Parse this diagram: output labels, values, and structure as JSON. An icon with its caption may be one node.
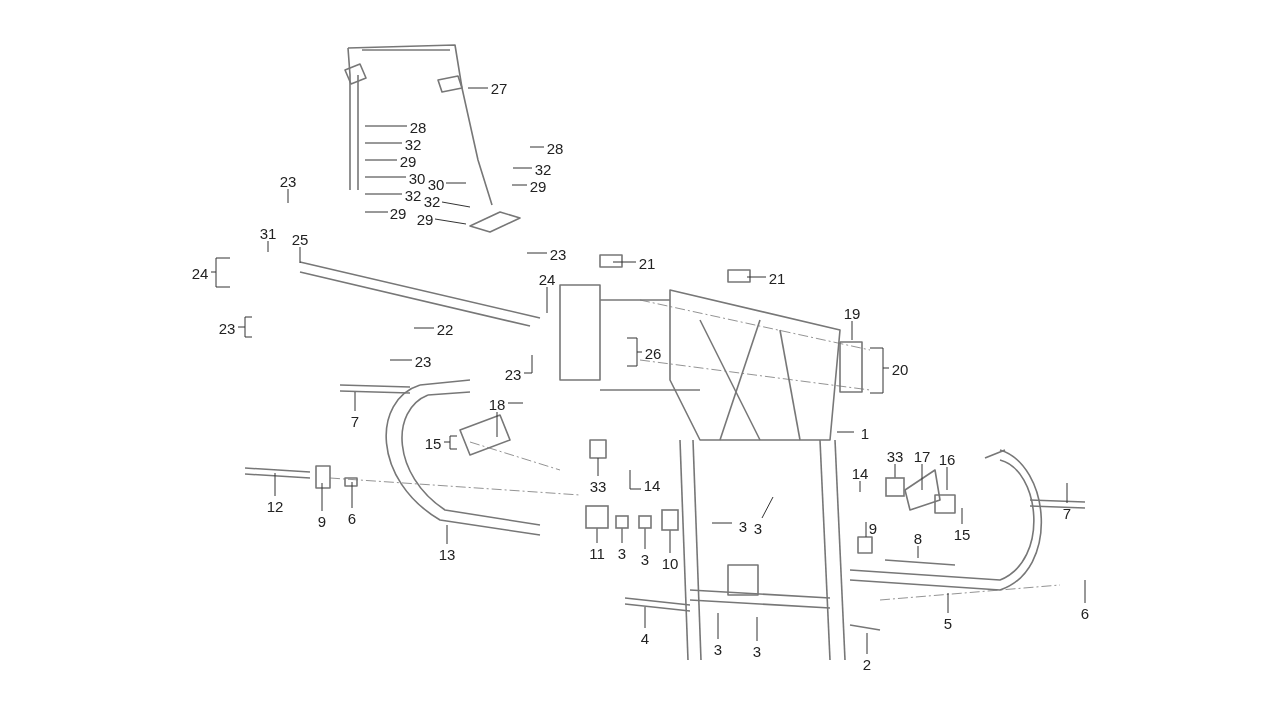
{
  "diagram": {
    "nodes": [
      {
        "text": [
          "27"
        ]
      },
      {
        "text": [
          "28"
        ]
      },
      {
        "text": [
          "28"
        ]
      },
      {
        "text": [
          "32"
        ]
      },
      {
        "text": [
          "29"
        ]
      },
      {
        "text": [
          "32"
        ]
      },
      {
        "text": [
          "30"
        ]
      },
      {
        "text": [
          "30"
        ]
      },
      {
        "text": [
          "29"
        ]
      },
      {
        "text": [
          "23"
        ]
      },
      {
        "text": [
          "32"
        ]
      },
      {
        "text": [
          "32"
        ]
      },
      {
        "text": [
          "29"
        ]
      },
      {
        "text": [
          "29"
        ]
      },
      {
        "text": [
          "31"
        ]
      },
      {
        "text": [
          "25"
        ]
      },
      {
        "text": [
          "23"
        ]
      },
      {
        "text": [
          "21"
        ]
      },
      {
        "text": [
          "24"
        ]
      },
      {
        "text": [
          "21"
        ]
      },
      {
        "text": [
          "24"
        ]
      },
      {
        "text": [
          "19"
        ]
      },
      {
        "text": [
          "23"
        ]
      },
      {
        "text": [
          "22"
        ]
      },
      {
        "text": [
          "23"
        ]
      },
      {
        "text": [
          "26"
        ]
      },
      {
        "text": [
          "20"
        ]
      },
      {
        "text": [
          "23"
        ]
      },
      {
        "text": [
          "18"
        ]
      },
      {
        "text": [
          "7"
        ]
      },
      {
        "text": [
          "1"
        ]
      },
      {
        "text": [
          "15"
        ]
      },
      {
        "text": [
          "33"
        ]
      },
      {
        "text": [
          "17"
        ]
      },
      {
        "text": [
          "16"
        ]
      },
      {
        "text": [
          "14"
        ]
      },
      {
        "text": [
          "14"
        ]
      },
      {
        "text": [
          "33"
        ]
      },
      {
        "text": [
          "12"
        ]
      },
      {
        "text": [
          "7"
        ]
      },
      {
        "text": [
          "6"
        ]
      },
      {
        "text": [
          "9"
        ]
      },
      {
        "text": [
          "3"
        ]
      },
      {
        "text": [
          "3"
        ]
      },
      {
        "text": [
          "9"
        ]
      },
      {
        "text": [
          "15"
        ]
      },
      {
        "text": [
          "8"
        ]
      },
      {
        "text": [
          "11"
        ]
      },
      {
        "text": [
          "3"
        ]
      },
      {
        "text": [
          "3"
        ]
      },
      {
        "text": [
          "10"
        ]
      },
      {
        "text": [
          "13"
        ]
      },
      {
        "text": [
          "6"
        ]
      },
      {
        "text": [
          "5"
        ]
      },
      {
        "text": [
          "4"
        ]
      },
      {
        "text": [
          "3"
        ]
      },
      {
        "text": [
          "3"
        ]
      },
      {
        "text": [
          "2"
        ]
      },
      {
        "text": [],
        "shape": "box"
      },
      {
        "text": [],
        "shape": "box"
      },
      {
        "text": [],
        "shape": "box"
      },
      {
        "text": [],
        "shape": "box"
      },
      {
        "text": [],
        "shape": "box"
      }
    ],
    "edges": [
      {
        "from": 0,
        "to": null,
        "arrow": "none"
      },
      {
        "from": 1,
        "to": null,
        "arrow": "none"
      },
      {
        "from": 2,
        "to": null,
        "arrow": "none"
      },
      {
        "from": 3,
        "to": null,
        "arrow": "none"
      },
      {
        "from": 4,
        "to": null,
        "arrow": "none"
      },
      {
        "from": 5,
        "to": null,
        "arrow": "none"
      },
      {
        "from": 6,
        "to": null,
        "arrow": "none"
      },
      {
        "from": 7,
        "to": null,
        "arrow": "none"
      },
      {
        "from": 8,
        "to": null,
        "arrow": "none"
      },
      {
        "from": 9,
        "to": null,
        "arrow": "none"
      },
      {
        "from": 10,
        "to": null,
        "arrow": "none"
      },
      {
        "from": 11,
        "to": null,
        "arrow": "none"
      },
      {
        "from": 12,
        "to": null,
        "arrow": "none"
      },
      {
        "from": 13,
        "to": null,
        "arrow": "none"
      },
      {
        "from": 14,
        "to": null,
        "arrow": "none"
      },
      {
        "from": 15,
        "to": null,
        "arrow": "none"
      },
      {
        "from": 16,
        "to": null,
        "arrow": "none"
      },
      {
        "from": 17,
        "to": null,
        "arrow": "none"
      },
      {
        "from": 18,
        "to": null,
        "arrow": "none"
      },
      {
        "from": 19,
        "to": null,
        "arrow": "none"
      },
      {
        "from": 20,
        "to": null,
        "arrow": "none"
      },
      {
        "from": 21,
        "to": null,
        "arrow": "none"
      },
      {
        "from": 22,
        "to": null,
        "arrow": "none"
      },
      {
        "from": 23,
        "to": null,
        "arrow": "none"
      },
      {
        "from": 24,
        "to": null,
        "arrow": "none"
      },
      {
        "from": 25,
        "to": null,
        "arrow": "none"
      },
      {
        "from": 26,
        "to": null,
        "arrow": "none"
      },
      {
        "from": 27,
        "to": null,
        "arrow": "none"
      },
      {
        "from": 28,
        "to": null,
        "arrow": "none"
      },
      {
        "from": 29,
        "to": null,
        "arrow": "none"
      },
      {
        "from": 30,
        "to": null,
        "arrow": "none"
      },
      {
        "from": 31,
        "to": null,
        "arrow": "none"
      },
      {
        "from": 32,
        "to": 58,
        "arrow": "none"
      },
      {
        "from": 33,
        "to": null,
        "arrow": "none"
      },
      {
        "from": 34,
        "to": null,
        "arrow": "none"
      },
      {
        "from": 35,
        "to": null,
        "arrow": "none"
      },
      {
        "from": 36,
        "to": null,
        "arrow": "none"
      },
      {
        "from": 37,
        "to": null,
        "arrow": "none"
      },
      {
        "from": 38,
        "to": null,
        "arrow": "none"
      },
      {
        "from": 39,
        "to": null,
        "arrow": "none"
      },
      {
        "from": 40,
        "to": null,
        "arrow": "none"
      },
      {
        "from": 41,
        "to": null,
        "arrow": "none"
      },
      {
        "from": 42,
        "to": null,
        "arrow": "none"
      },
      {
        "from": 43,
        "to": null,
        "arrow": "none"
      },
      {
        "from": 44,
        "to": null,
        "arrow": "none"
      },
      {
        "from": 45,
        "to": null,
        "arrow": "none"
      },
      {
        "from": 46,
        "to": null,
        "arrow": "none"
      },
      {
        "from": 47,
        "to": 59,
        "arrow": "none"
      },
      {
        "from": 48,
        "to": 60,
        "arrow": "none"
      },
      {
        "from": 49,
        "to": 61,
        "arrow": "none"
      },
      {
        "from": 50,
        "to": 62,
        "arrow": "none"
      },
      {
        "from": 51,
        "to": null,
        "arrow": "none"
      },
      {
        "from": 52,
        "to": null,
        "arrow": "none"
      },
      {
        "from": 53,
        "to": null,
        "arrow": "none"
      },
      {
        "from": 54,
        "to": null,
        "arrow": "none"
      },
      {
        "from": 55,
        "to": null,
        "arrow": "none"
      },
      {
        "from": 56,
        "to": null,
        "arrow": "none"
      },
      {
        "from": 57,
        "to": null,
        "arrow": "none"
      }
    ]
  }
}
